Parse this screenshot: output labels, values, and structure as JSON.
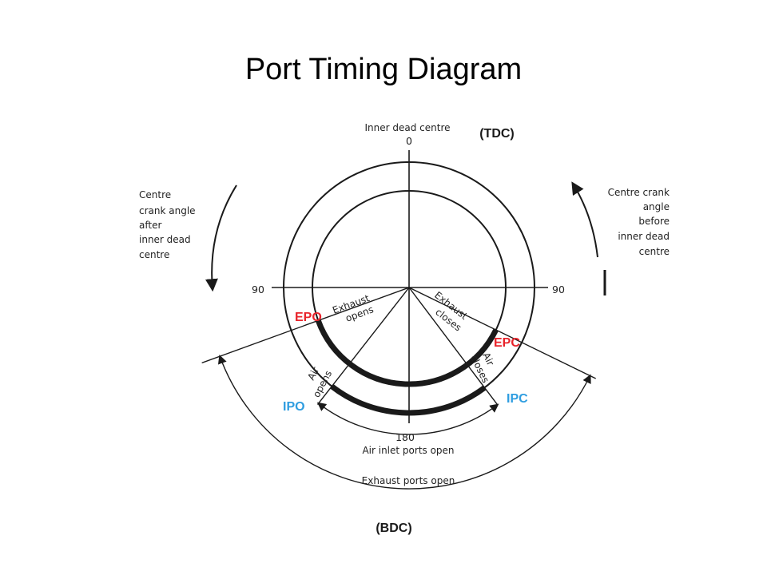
{
  "title": "Port Timing Diagram",
  "tdc": "(TDC)",
  "bdc": "(BDC)",
  "inner_dead_centre": "Inner dead centre",
  "zero": "0",
  "ninety_left": "90",
  "ninety_right": "90",
  "one_eighty": "180",
  "left_note": [
    "Centre",
    "crank angle",
    "after",
    "inner dead",
    "centre"
  ],
  "right_note": [
    "Centre crank",
    "angle",
    "before",
    "inner dead",
    "centre"
  ],
  "exhaust_opens": [
    "Exhaust",
    "opens"
  ],
  "exhaust_closes": [
    "Exhaust",
    "closes"
  ],
  "air_opens": [
    "Air",
    "opens"
  ],
  "air_closes": [
    "Air",
    "closes"
  ],
  "air_inlet_ports_open": "Air inlet ports open",
  "exhaust_ports_open": "Exhaust ports open",
  "markers": {
    "epo": "EPO",
    "epc": "EPC",
    "ipo": "IPO",
    "ipc": "IPC"
  },
  "colors": {
    "exhaust_marker": "#e8232a",
    "inlet_marker": "#2e9de0",
    "line": "#1a1a1a"
  }
}
